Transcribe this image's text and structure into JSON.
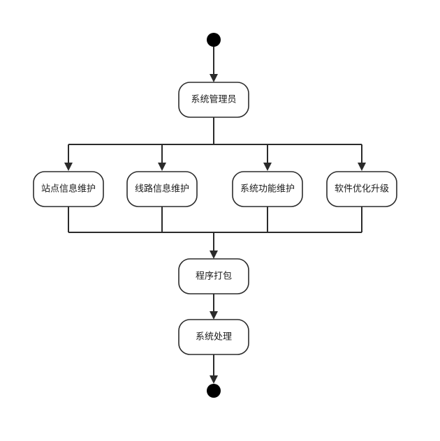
{
  "diagram": {
    "type": "activity",
    "nodes": {
      "admin": "系统管理员",
      "station": "站点信息维护",
      "route": "线路信息维护",
      "function": "系统功能维护",
      "software": "软件优化升级",
      "packaging": "程序打包",
      "processing": "系统处理"
    },
    "edges": [
      {
        "from": "start",
        "to": "admin"
      },
      {
        "from": "admin",
        "to": "station"
      },
      {
        "from": "admin",
        "to": "route"
      },
      {
        "from": "admin",
        "to": "function"
      },
      {
        "from": "admin",
        "to": "software"
      },
      {
        "from": "station",
        "to": "packaging"
      },
      {
        "from": "route",
        "to": "packaging"
      },
      {
        "from": "function",
        "to": "packaging"
      },
      {
        "from": "software",
        "to": "packaging"
      },
      {
        "from": "packaging",
        "to": "processing"
      },
      {
        "from": "processing",
        "to": "end"
      }
    ]
  }
}
